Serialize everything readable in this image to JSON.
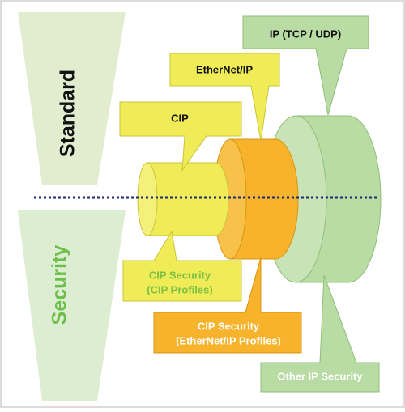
{
  "side_labels": {
    "standard": "Standard",
    "security": "Security"
  },
  "callouts": {
    "ip": "IP (TCP / UDP)",
    "ethernet_ip": "EtherNet/IP",
    "cip": "CIP",
    "cip_security_cip_line1": "CIP Security",
    "cip_security_cip_line2": "(CIP Profiles)",
    "cip_security_eip_line1": "CIP Security",
    "cip_security_eip_line2": "(EtherNet/IP Profiles)",
    "other_ip_security": "Other IP Security"
  },
  "colors": {
    "standard_band": "#e2edcf",
    "security_band": "#dcedd2",
    "standard_text": "#111111",
    "security_text": "#6cc04a",
    "yellow": "#f0ec58",
    "yellow_dark": "#c9c43a",
    "orange": "#f6b32b",
    "orange_dark": "#d89512",
    "green": "#b8dca4",
    "green_dark": "#8fbf78",
    "dotted_line": "#1c2a78",
    "callout_green_text": "#7bc043",
    "white_text": "#ffffff"
  }
}
